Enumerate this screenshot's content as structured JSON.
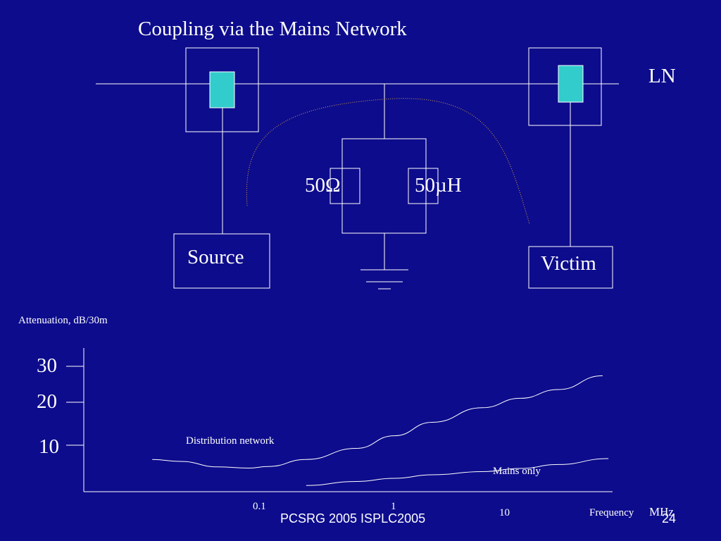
{
  "title": "Coupling via the Mains Network",
  "diagram": {
    "line_label": "LN",
    "resistor_label": "50Ω",
    "inductor_label": "50µH",
    "source_label": "Source",
    "victim_label": "Victim"
  },
  "chart_data": {
    "type": "line",
    "ylabel": "Attenuation, dB/30m",
    "xlabel": "Frequency",
    "xunit": "MHz",
    "x_ticks": [
      "0.1",
      "1",
      "10"
    ],
    "y_ticks": [
      "30",
      "20",
      "10"
    ],
    "xscale": "log",
    "series": [
      {
        "name": "Distribution network",
        "x": [
          0.012,
          0.02,
          0.04,
          0.07,
          0.1,
          0.2,
          0.5,
          1,
          2,
          5,
          10,
          20,
          45
        ],
        "y": [
          6.4,
          5.9,
          4.5,
          4.2,
          4.6,
          6.4,
          9.2,
          12.4,
          15.8,
          19.5,
          21.9,
          24.1,
          27.6
        ]
      },
      {
        "name": "Mains only",
        "x": [
          0.2,
          0.5,
          1,
          2,
          5,
          10,
          20,
          50
        ],
        "y": [
          -0.2,
          0.8,
          1.6,
          2.5,
          3.3,
          4.1,
          5.1,
          6.6
        ]
      }
    ]
  },
  "footer": "PCSRG 2005 ISPLC2005",
  "page_number": "24"
}
